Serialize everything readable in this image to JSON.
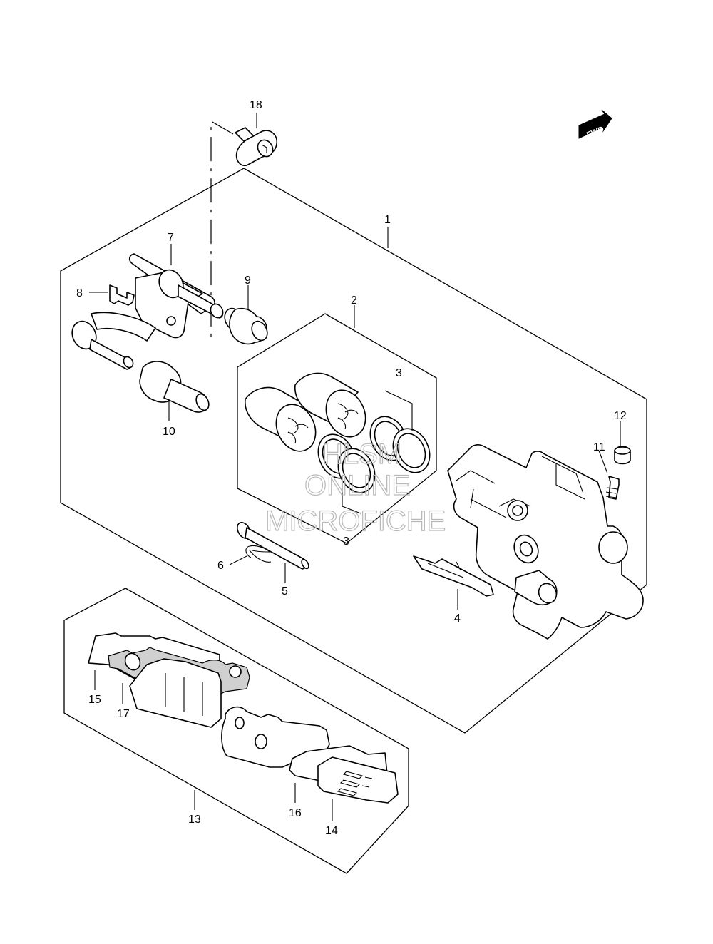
{
  "watermark": {
    "line1": "HLSM",
    "line2": "ONLINE",
    "line3": "MICROFICHE"
  },
  "direction_badge": {
    "text": "FWD"
  },
  "callouts": {
    "c1": "1",
    "c2": "2",
    "c3a": "3",
    "c3b": "3",
    "c4": "4",
    "c5": "5",
    "c6": "6",
    "c7": "7",
    "c8": "8",
    "c9": "9",
    "c10": "10",
    "c11": "11",
    "c12": "12",
    "c13": "13",
    "c14": "14",
    "c15": "15",
    "c16": "16",
    "c17": "17",
    "c18": "18"
  }
}
